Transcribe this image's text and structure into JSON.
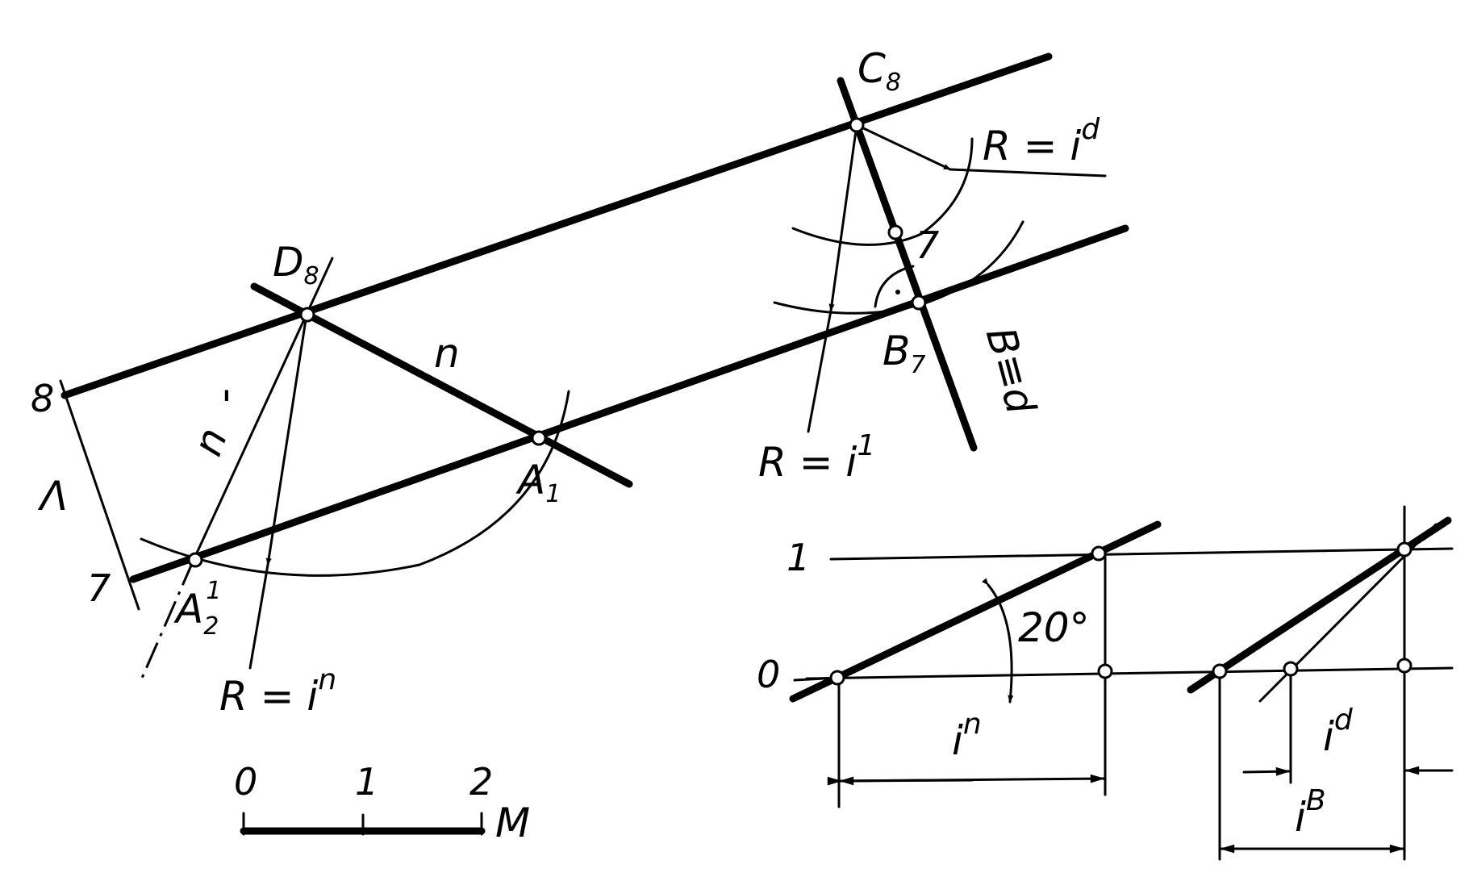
{
  "labels": {
    "c": "C",
    "c_sub": "8",
    "d": "D",
    "d_sub": "8",
    "a1": "A",
    "a1_sub": "1",
    "a2": "A",
    "a2_sub": "2",
    "a2_sup": "1",
    "b": "B",
    "b_sub": "7",
    "n_upper": "n",
    "n_lower": "n",
    "n_lower_tick": "'",
    "edge_label": "Λ",
    "b_eq_d": "B≡d",
    "left_8": "8",
    "left_7": "7",
    "right_7": "7",
    "r_id": "R = i",
    "r_id_sup": "d",
    "r_i1": "R = i",
    "r_i1_sup": "1",
    "r_in": "R = i",
    "r_in_sup": "n",
    "angle": "20°",
    "level_1": "1",
    "level_0": "0",
    "i_n": "i",
    "i_n_sup": "n",
    "i_d": "i",
    "i_d_sup": "d",
    "i_b": "i",
    "i_b_sup": "B"
  },
  "scale_bar": {
    "ticks": [
      "0",
      "1",
      "2"
    ],
    "unit": "M"
  }
}
